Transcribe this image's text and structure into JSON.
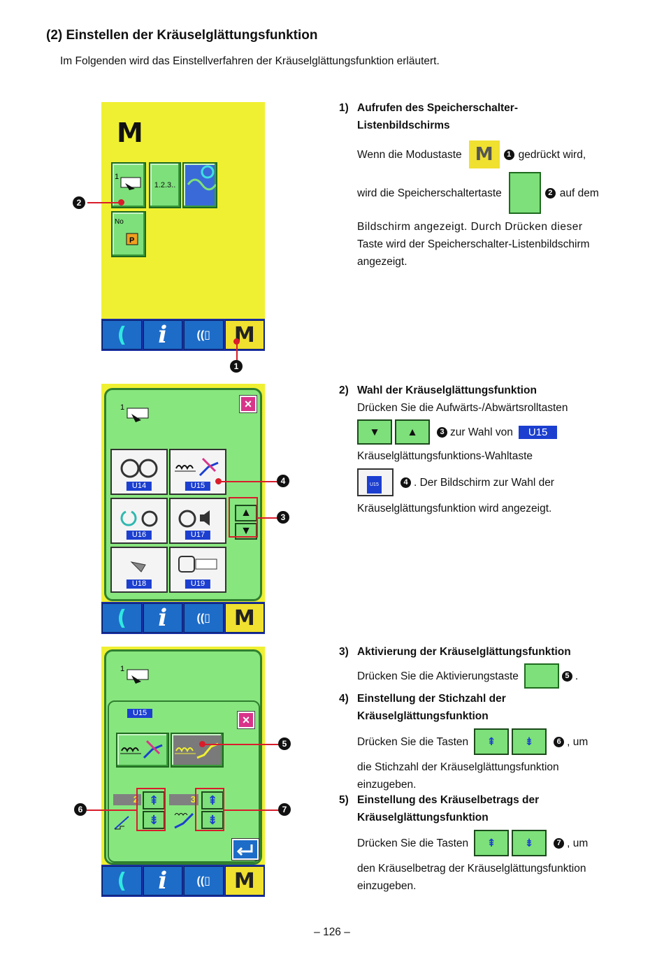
{
  "heading": "(2) Einstellen der Kräuselglättungsfunktion",
  "intro": "Im Folgenden wird das Einstellverfahren der Kräuselglättungsfunktion erläutert.",
  "panel1": {
    "mode_letter": "M",
    "btn_counter_label": "1.2.3..",
    "bottom_bar": {
      "power": "(",
      "info": "i",
      "comm": "((▯",
      "mode": "M"
    }
  },
  "panel2": {
    "header_num": "1",
    "close": "×",
    "items": [
      {
        "code": "U14"
      },
      {
        "code": "U15"
      },
      {
        "code": "U16"
      },
      {
        "code": "U17"
      },
      {
        "code": "U18"
      },
      {
        "code": "U19"
      }
    ],
    "scroll_up": "▲",
    "scroll_down": "▼",
    "bottom_bar": {
      "power": "(",
      "info": "i",
      "comm": "((▯",
      "mode": "M"
    }
  },
  "panel3": {
    "header_num": "1",
    "code": "U15",
    "close": "×",
    "value_left": "2",
    "value_right": "3",
    "bottom_bar": {
      "power": "(",
      "info": "i",
      "comm": "((▯",
      "mode": "M"
    }
  },
  "markers": {
    "m1": "1",
    "m2": "2",
    "m3": "3",
    "m4": "4",
    "m5": "5",
    "m6": "6",
    "m7": "7"
  },
  "step1": {
    "num": "1)",
    "title_l1": "Aufrufen des Speicherschalter-",
    "title_l2": "Listenbildschirms",
    "line1_a": "Wenn die Modustaste",
    "line1_b": "gedrückt wird,",
    "line2_a": "wird die Speicherschaltertaste",
    "line2_b": "auf dem",
    "line3": "Bildschirm angezeigt. Durch Drücken dieser",
    "line4": "Taste wird der Speicherschalter-Listenbildschirm",
    "line5": "angezeigt."
  },
  "step2": {
    "num": "2)",
    "title": "Wahl der Kräuselglättungsfunktion",
    "line1": "Drücken Sie die Aufwärts-/Abwärtsrolltasten",
    "line2_a": "zur  Wahl  von",
    "line2_code": "U15",
    "line3": "Kräuselglättungsfunktions-Wahltaste",
    "line4": ".  Der  Bildschirm  zur  Wahl  der",
    "line5": "Kräuselglättungsfunktion wird angezeigt.",
    "key_code": "U15"
  },
  "step3": {
    "num": "3)",
    "title": "Aktivierung der Kräuselglättungsfunktion",
    "line1": "Drücken Sie die Aktivierungstaste"
  },
  "step4": {
    "num": "4)",
    "title_l1": "Einstellung der Stichzahl der",
    "title_l2": "Kräuselglättungsfunktion",
    "line1_a": "Drücken Sie die Tasten",
    "line1_b": ", um",
    "line2": "die Stichzahl der Kräuselglättungsfunktion",
    "line3": "einzugeben."
  },
  "step5": {
    "num": "5)",
    "title_l1": "Einstellung des Kräuselbetrags der",
    "title_l2": "Kräuselglättungsfunktion",
    "line1_a": "Drücken Sie die Tasten",
    "line1_b": ", um",
    "line2": "den  Kräuselbetrag der Kräuselglättungsfunktion",
    "line3": "einzugeben."
  },
  "page_number": "– 126 –"
}
